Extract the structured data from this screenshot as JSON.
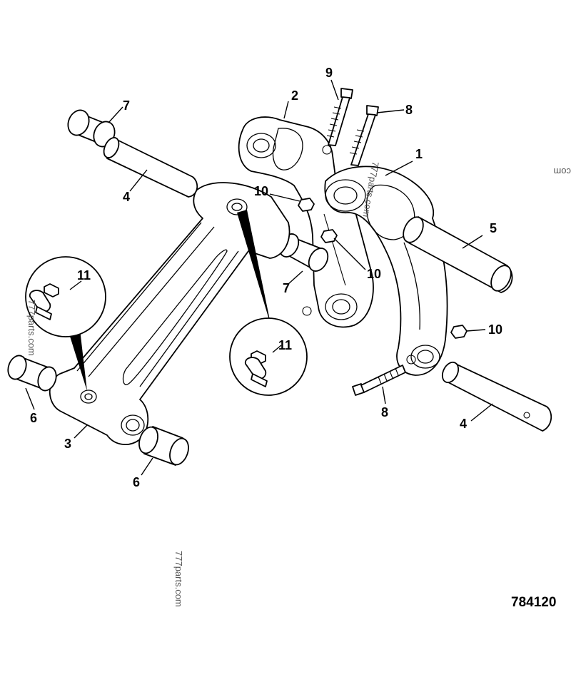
{
  "callouts": {
    "c1": "1",
    "c2": "2",
    "c3": "3",
    "c4a": "4",
    "c4b": "4",
    "c5": "5",
    "c6a": "6",
    "c6b": "6",
    "c7a": "7",
    "c7b": "7",
    "c8a": "8",
    "c8b": "8",
    "c9": "9",
    "c10a": "10",
    "c10b": "10",
    "c10c": "10",
    "c11a": "11",
    "c11b": "11"
  },
  "watermarks": {
    "w1": "com",
    "w2": "777parts.com",
    "w3": "777parts.com",
    "w4": "777parts.com"
  },
  "drawing_number": "784120",
  "colors": {
    "line": "#000000",
    "background": "#ffffff",
    "watermark": "#555555"
  }
}
